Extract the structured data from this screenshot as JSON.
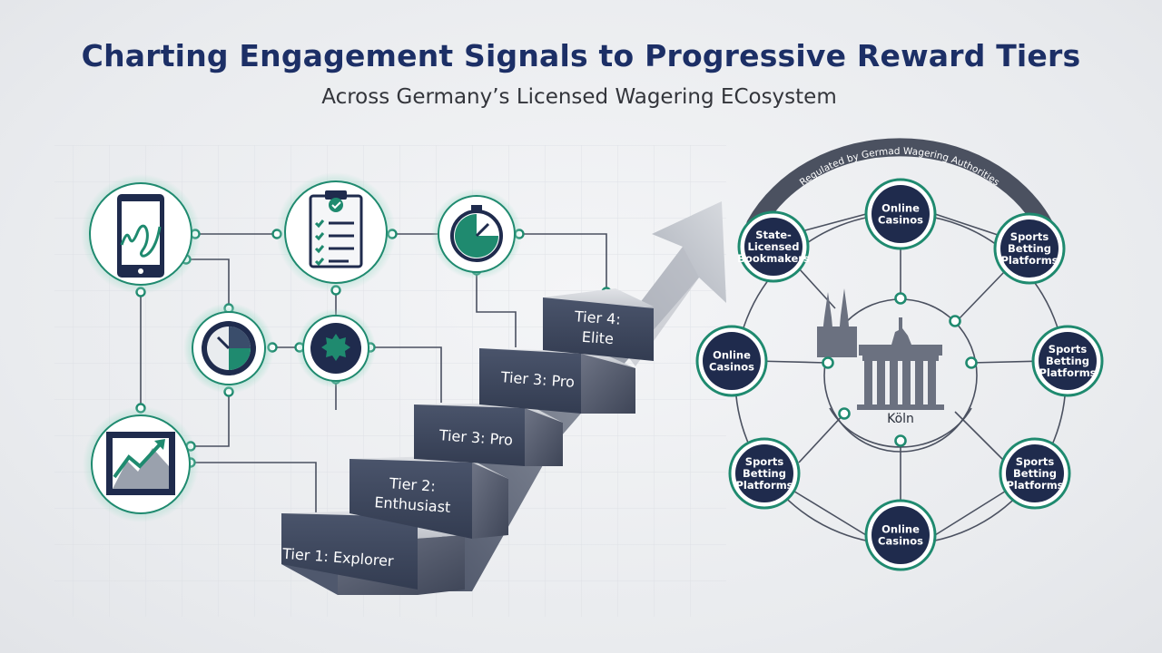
{
  "title": "Charting Engagement Signals to Progressive Reward Tiers",
  "subtitle": "Across Germany’s Licensed Wagering ECosystem",
  "colors": {
    "navy": "#1f2b4d",
    "teal": "#1f8a6f",
    "glow": "#8fd3c2",
    "line": "#3f4655",
    "step_front": "#3c465c",
    "step_top": "#c9ccd3"
  },
  "signals": [
    {
      "icon": "mobile-path-icon"
    },
    {
      "icon": "checklist-icon"
    },
    {
      "icon": "stopwatch-icon"
    },
    {
      "icon": "clock-icon"
    },
    {
      "icon": "badge-icon"
    },
    {
      "icon": "growth-chart-icon"
    }
  ],
  "tiers": [
    {
      "lines": [
        "Tier 1: Explorer"
      ]
    },
    {
      "lines": [
        "Tier 2:",
        "Enthusiast"
      ]
    },
    {
      "lines": [
        "Tier 3: Pro"
      ]
    },
    {
      "lines": [
        "Tier 3: Pro"
      ]
    },
    {
      "lines": [
        "Tier 4:",
        "Elite"
      ]
    }
  ],
  "ecosystem": {
    "arc_label": "Regulated by Germad Wagering Authorities",
    "city": "Köln",
    "nodes": [
      {
        "lines": [
          "Online",
          "Casinos"
        ]
      },
      {
        "lines": [
          "Sports",
          "Betting",
          "Platforms"
        ]
      },
      {
        "lines": [
          "Sports",
          "Betting",
          "Platforms"
        ]
      },
      {
        "lines": [
          "Sports",
          "Betting",
          "Platforms"
        ]
      },
      {
        "lines": [
          "Online",
          "Casinos"
        ]
      },
      {
        "lines": [
          "Sports",
          "Betting",
          "Platforms"
        ]
      },
      {
        "lines": [
          "Online",
          "Casinos"
        ]
      },
      {
        "lines": [
          "State-",
          "Licensed",
          "Bookmakers"
        ]
      }
    ]
  }
}
